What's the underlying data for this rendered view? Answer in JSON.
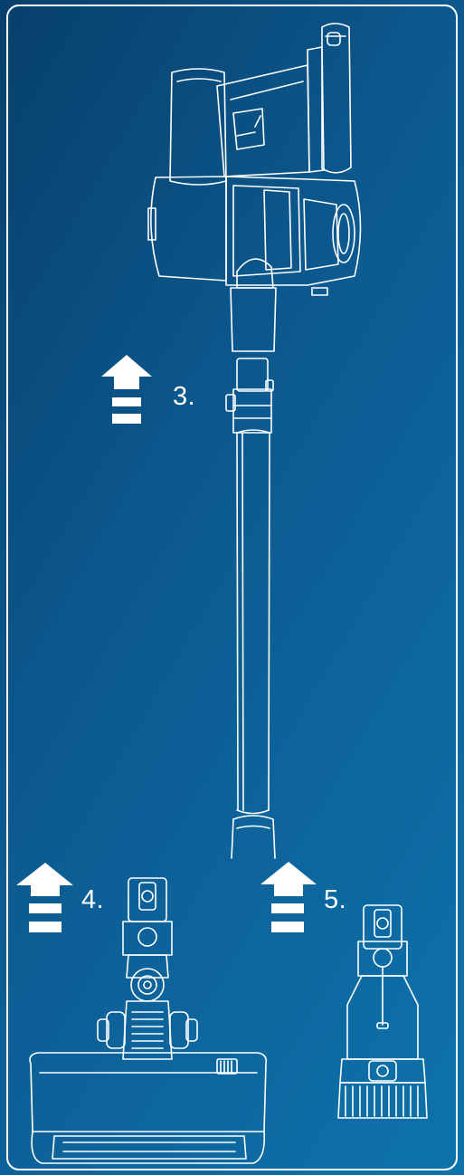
{
  "colors": {
    "background_dark": "#07406b",
    "background_light": "#0e73ab",
    "line": "#ffffff"
  },
  "steps": [
    {
      "label": "3.",
      "icon": "up-arrow-icon"
    },
    {
      "label": "4.",
      "icon": "up-arrow-icon"
    },
    {
      "label": "5.",
      "icon": "up-arrow-icon"
    }
  ],
  "parts": [
    "vacuum-main-body",
    "extension-tube",
    "floor-brush-head",
    "dusting-brush"
  ]
}
